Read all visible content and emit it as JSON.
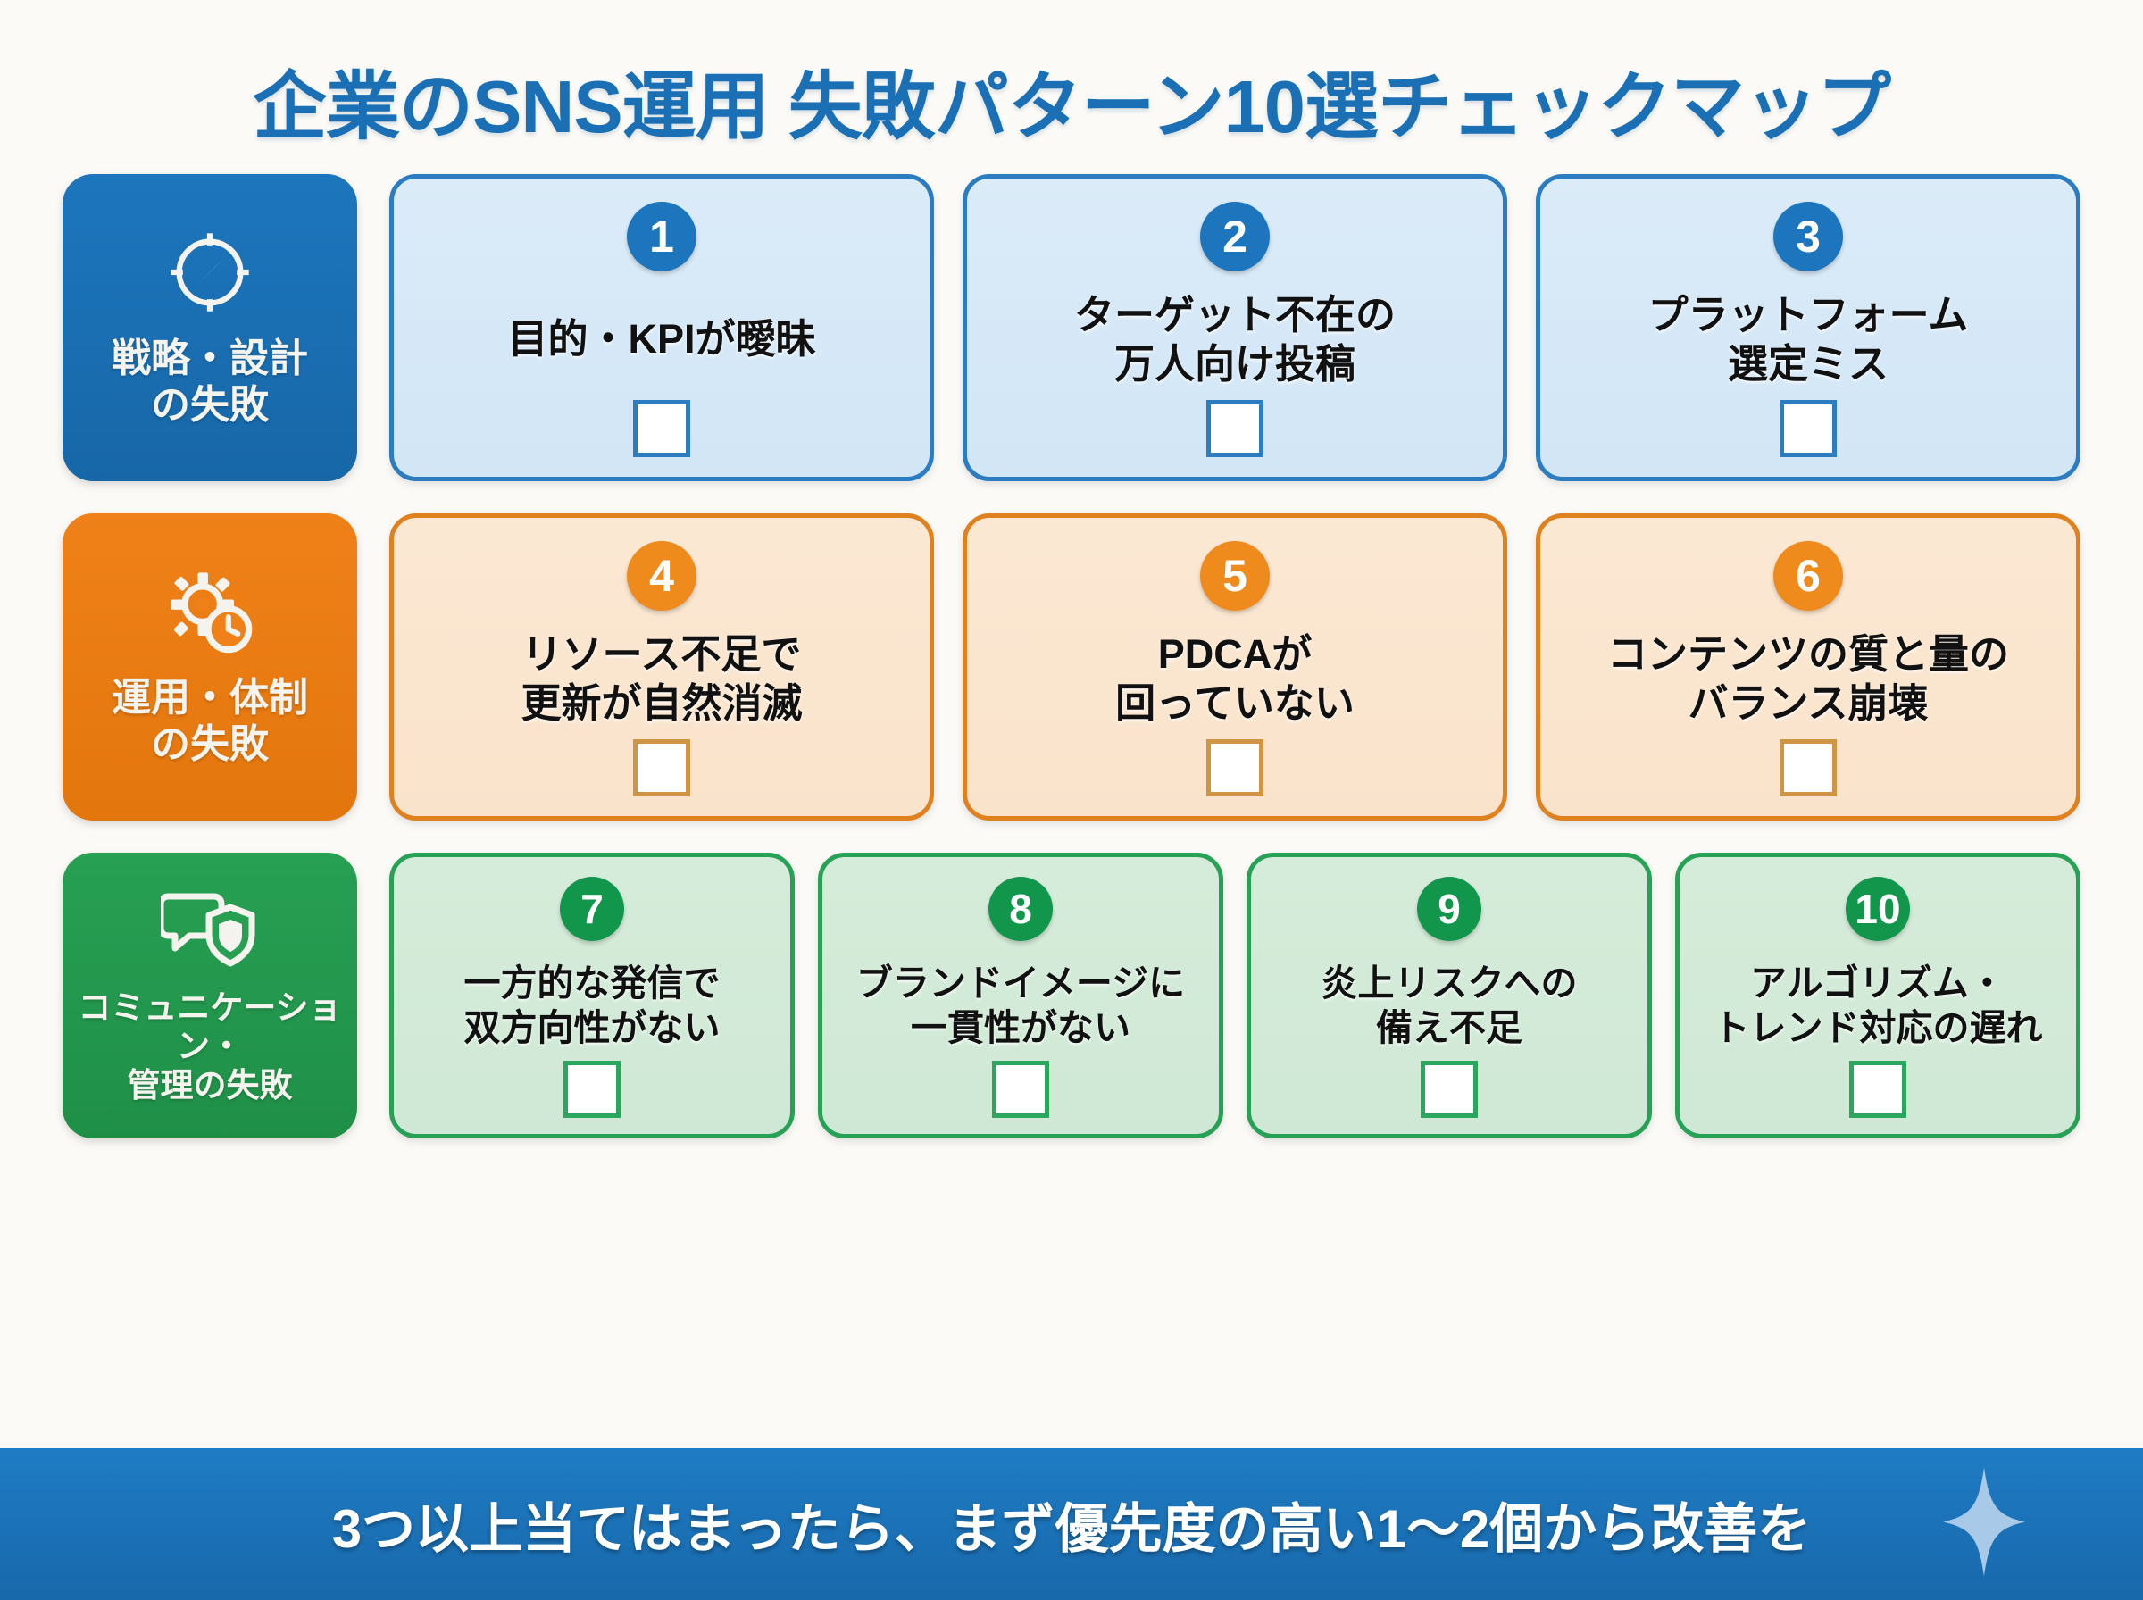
{
  "title": "企業のSNS運用 失敗パターン10選チェックマップ",
  "colors": {
    "background": "#fbfaf6",
    "title": "#1a6fb5",
    "blue": "#1d76bd",
    "blue_card_bg": "#dbebf8",
    "orange": "#ef8118",
    "orange_card_bg": "#fbe8d3",
    "green": "#27a053",
    "green_card_bg": "#d6ecda",
    "footer": "#1f7cc4",
    "card_text": "#111111",
    "checkbox_fill": "#ffffff"
  },
  "rows": [
    {
      "category": {
        "label": "戦略・設計\nの失敗",
        "icon": "compass-icon",
        "color": "#1d76bd"
      },
      "cards": [
        {
          "number": "1",
          "text": "目的・KPIが曖昧",
          "checked": false
        },
        {
          "number": "2",
          "text": "ターゲット不在の\n万人向け投稿",
          "checked": false
        },
        {
          "number": "3",
          "text": "プラットフォーム\n選定ミス",
          "checked": false
        }
      ]
    },
    {
      "category": {
        "label": "運用・体制\nの失敗",
        "icon": "gear-clock-icon",
        "color": "#ef8118"
      },
      "cards": [
        {
          "number": "4",
          "text": "リソース不足で\n更新が自然消滅",
          "checked": false
        },
        {
          "number": "5",
          "text": "PDCAが\n回っていない",
          "checked": false
        },
        {
          "number": "6",
          "text": "コンテンツの質と量の\nバランス崩壊",
          "checked": false
        }
      ]
    },
    {
      "category": {
        "label": "コミュニケーション・\n管理の失敗",
        "icon": "chat-shield-icon",
        "color": "#27a053"
      },
      "cards": [
        {
          "number": "7",
          "text": "一方的な発信で\n双方向性がない",
          "checked": false
        },
        {
          "number": "8",
          "text": "ブランドイメージに\n一貫性がない",
          "checked": false
        },
        {
          "number": "9",
          "text": "炎上リスクへの\n備え不足",
          "checked": false
        },
        {
          "number": "10",
          "text": "アルゴリズム・\nトレンド対応の遅れ",
          "checked": false
        }
      ]
    }
  ],
  "footer": {
    "text": "3つ以上当てはまったら、まず優先度の高い1〜2個から改善を",
    "icon": "sparkle-icon"
  }
}
